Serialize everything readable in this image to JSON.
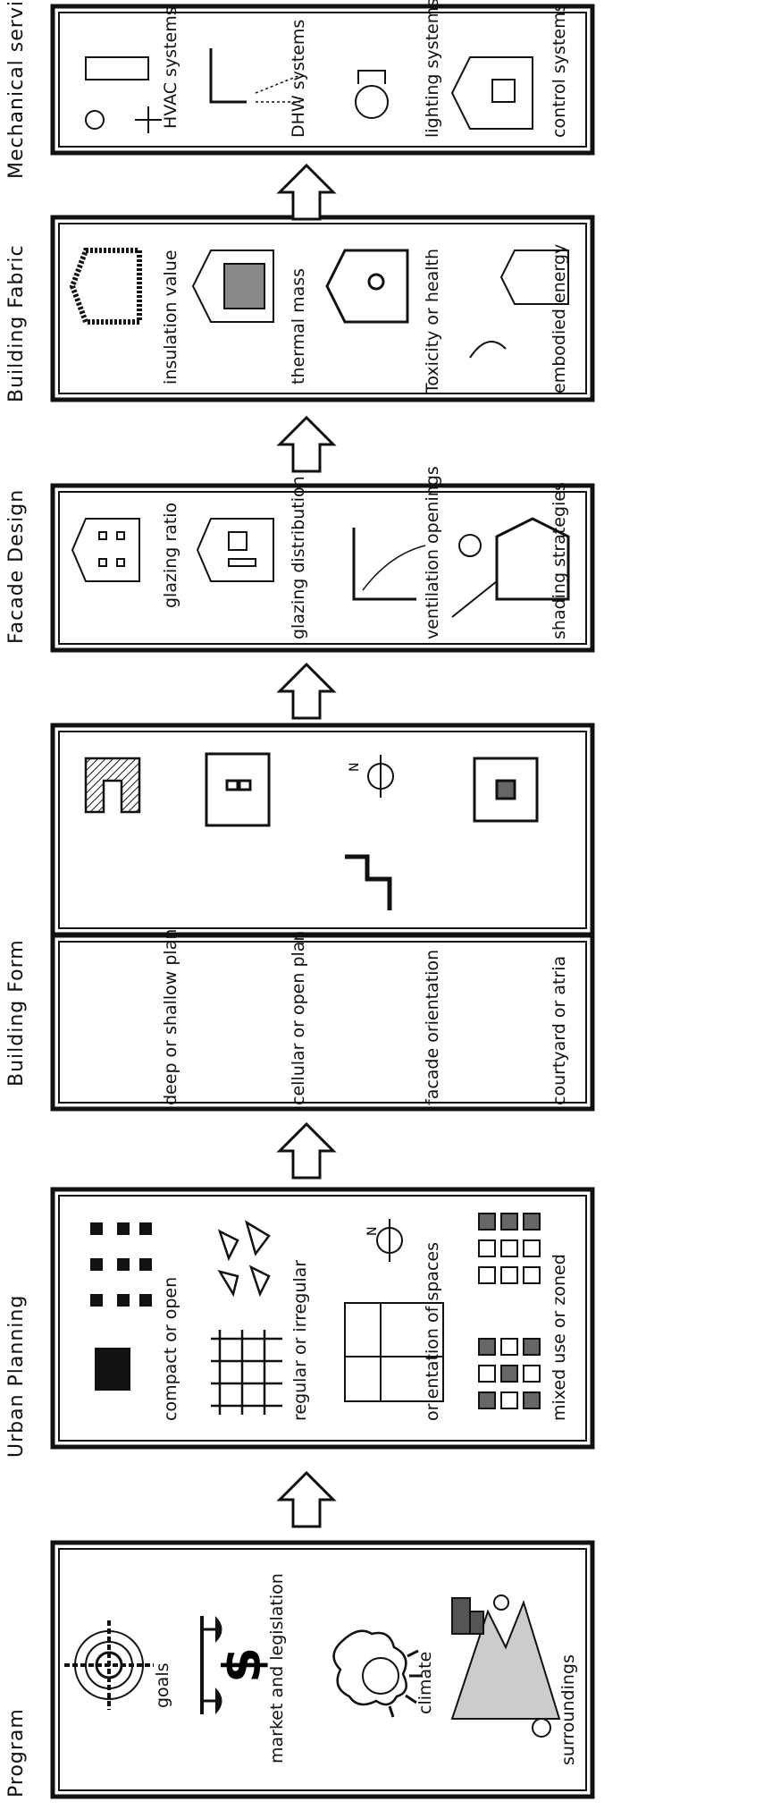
{
  "stages": [
    {
      "title": "Program",
      "items": [
        "goals",
        "market and legislation",
        "climate",
        "surroundings"
      ]
    },
    {
      "title": "Urban Planning",
      "items": [
        "compact or open",
        "regular or irregular",
        "orientation of spaces",
        "mixed use or zoned"
      ]
    },
    {
      "title": "Building Form",
      "items": [
        "deep or shallow plan",
        "cellular or open plan",
        "facade orientation",
        "courtyard or atria"
      ]
    },
    {
      "title": "Facade Design",
      "items": [
        "glazing ratio",
        "glazing distribution",
        "ventilation openings",
        "shading strategies"
      ]
    },
    {
      "title": "Building Fabric",
      "items": [
        "insulation value",
        "thermal mass",
        "Toxicity or health",
        "embodied energy"
      ]
    },
    {
      "title": "Mechanical services",
      "items": [
        "HVAC systems",
        "DHW systems",
        "lighting systems",
        "control systems"
      ]
    }
  ],
  "compass_label": "N",
  "icons": {
    "Program": [
      "target-icon",
      "scales-dollar-icon",
      "sun-cloud-icon",
      "landscape-icon"
    ],
    "Urban Planning": [
      "block-grid-icon",
      "street-grid-icon",
      "floor-plan-icon",
      "mixed-use-grid-icon"
    ],
    "Building Form": [
      "deep-plan-icon",
      "cellular-plan-icon",
      "facade-orientation-icon",
      "courtyard-icon"
    ],
    "Facade Design": [
      "glazing-ratio-icon",
      "glazing-distribution-icon",
      "ventilation-icon",
      "shading-icon"
    ],
    "Building Fabric": [
      "insulated-house-icon",
      "thermal-mass-house-icon",
      "toxic-house-icon",
      "embodied-energy-icon"
    ],
    "Mechanical services": [
      "hvac-icon",
      "shower-icon",
      "lightbulb-icon",
      "control-house-icon"
    ]
  }
}
